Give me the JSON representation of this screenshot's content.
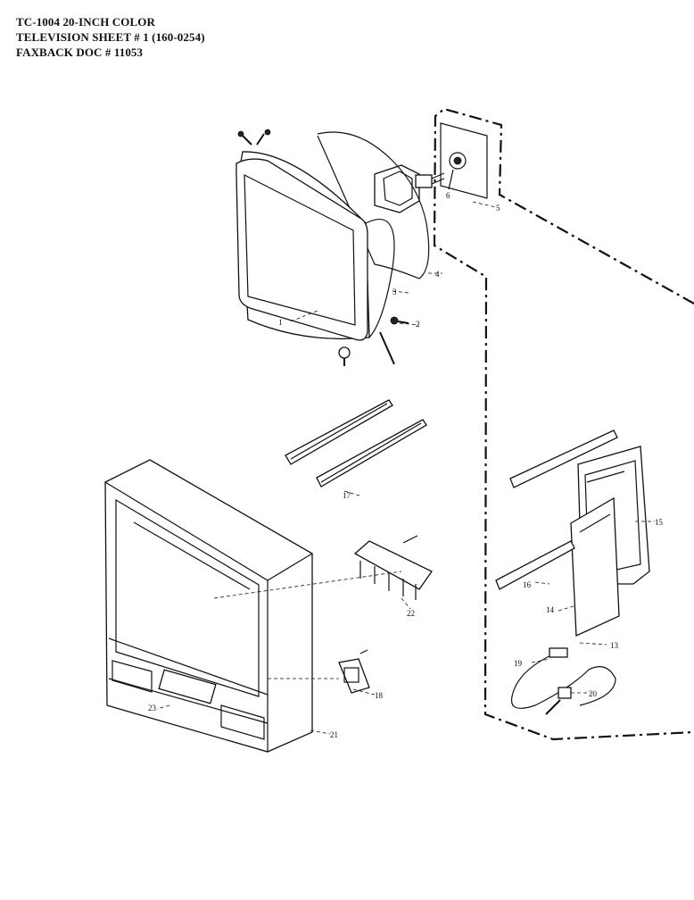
{
  "header": {
    "line1": "TC-1004 20-INCH COLOR",
    "line2": "TELEVISION SHEET # 1  (160-0254)",
    "line3": "FAXBACK DOC # 11053"
  },
  "part_labels": {
    "p1": "1",
    "p2": "2",
    "p3": "3",
    "p4": "4",
    "p5": "5",
    "p6": "6",
    "p13": "13",
    "p14": "14",
    "p15": "15",
    "p16": "16",
    "p17": "17",
    "p18": "18",
    "p19": "19",
    "p20": "20",
    "p21": "21",
    "p22": "22",
    "p23": "23"
  }
}
